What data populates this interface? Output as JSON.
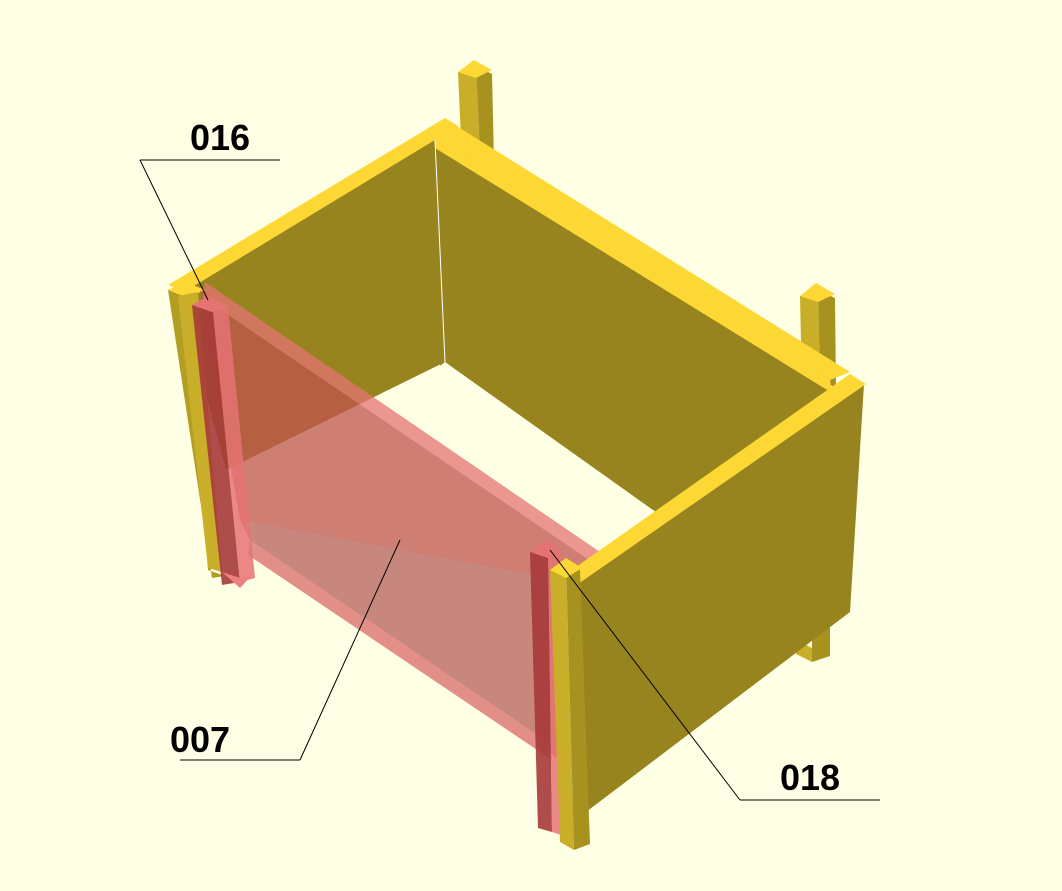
{
  "colors": {
    "background": "#FFFFE5",
    "panel_face": "#98841E",
    "panel_edge": "#FDD835",
    "post_face": "#9A8A22",
    "post_top": "#FDD835",
    "highlight_fill": "#E57373",
    "highlight_dark": "#A63A3A",
    "leader_line": "#000000",
    "label_text": "#000000"
  },
  "parts": [
    {
      "key": "p016",
      "label": "016"
    },
    {
      "key": "p007",
      "label": "007"
    },
    {
      "key": "p018",
      "label": "018"
    }
  ],
  "callouts": {
    "p016": {
      "label": "016"
    },
    "p007": {
      "label": "007"
    },
    "p018": {
      "label": "018"
    }
  }
}
